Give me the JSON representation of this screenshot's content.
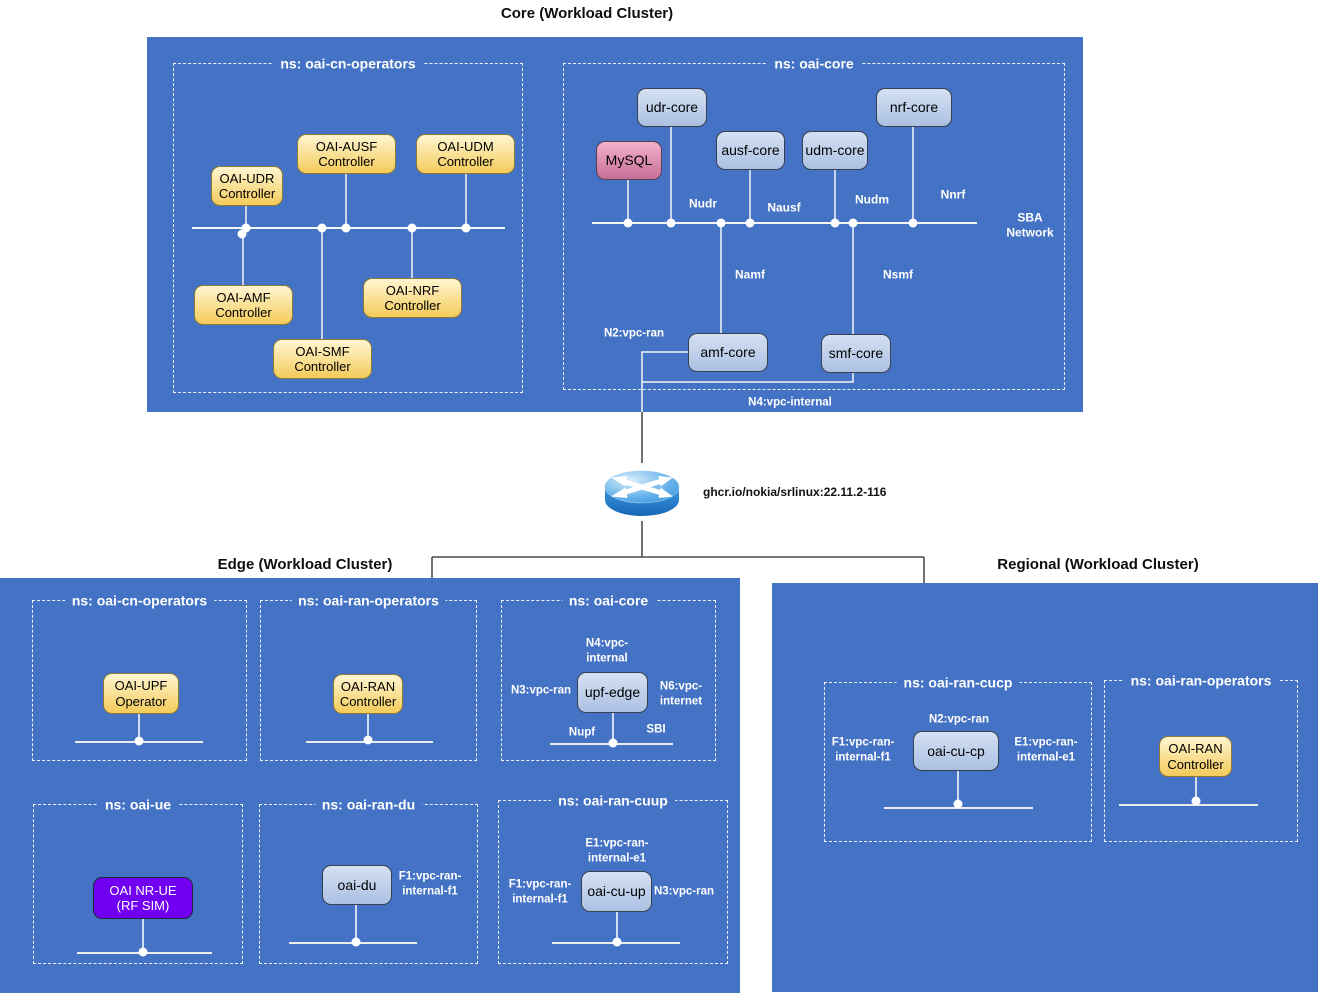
{
  "core": {
    "title": "Core (Workload Cluster)",
    "ns_cn_operators": {
      "label": "ns: oai-cn-operators",
      "nodes": {
        "udr": "OAI-UDR\nController",
        "ausf": "OAI-AUSF\nController",
        "udm": "OAI-UDM\nController",
        "amf": "OAI-AMF\nController",
        "nrf": "OAI-NRF\nController",
        "smf": "OAI-SMF\nController"
      }
    },
    "ns_oai_core": {
      "label": "ns: oai-core",
      "nodes": {
        "mysql": "MySQL",
        "udr_core": "udr-core",
        "ausf_core": "ausf-core",
        "udm_core": "udm-core",
        "nrf_core": "nrf-core",
        "amf_core": "amf-core",
        "smf_core": "smf-core"
      },
      "labels": {
        "nudr": "Nudr",
        "nausf": "Nausf",
        "nudm": "Nudm",
        "nnrf": "Nnrf",
        "sba": "SBA\nNetwork",
        "namf": "Namf",
        "nsmf": "Nsmf",
        "n2_vpc_ran": "N2:vpc-ran",
        "n4_vpc_internal": "N4:vpc-internal"
      }
    }
  },
  "router": {
    "label": "ghcr.io/nokia/srlinux:22.11.2-116"
  },
  "edge": {
    "title": "Edge (Workload Cluster)",
    "ns_cn_operators": {
      "label": "ns: oai-cn-operators",
      "node": "OAI-UPF\nOperator"
    },
    "ns_ran_operators": {
      "label": "ns: oai-ran-operators",
      "node": "OAI-RAN\nController"
    },
    "ns_oai_core": {
      "label": "ns: oai-core",
      "node": "upf-edge",
      "labels": {
        "n4": "N4:vpc-\ninternal",
        "n3": "N3:vpc-ran",
        "n6": "N6:vpc-\ninternet",
        "nupf": "Nupf",
        "sbi": "SBI"
      }
    },
    "ns_oai_ue": {
      "label": "ns: oai-ue",
      "node": "OAI NR-UE\n(RF SIM)"
    },
    "ns_ran_du": {
      "label": "ns: oai-ran-du",
      "node": "oai-du",
      "labels": {
        "f1": "F1:vpc-ran-\ninternal-f1"
      }
    },
    "ns_ran_cuup": {
      "label": "ns: oai-ran-cuup",
      "node": "oai-cu-up",
      "labels": {
        "e1": "E1:vpc-ran-\ninternal-e1",
        "f1": "F1:vpc-ran-\ninternal-f1",
        "n3": "N3:vpc-ran"
      }
    }
  },
  "regional": {
    "title": "Regional (Workload Cluster)",
    "ns_ran_cucp": {
      "label": "ns: oai-ran-cucp",
      "node": "oai-cu-cp",
      "labels": {
        "n2": "N2:vpc-ran",
        "f1": "F1:vpc-ran-\ninternal-f1",
        "e1": "E1:vpc-ran-\ninternal-e1"
      }
    },
    "ns_ran_operators": {
      "label": "ns: oai-ran-operators",
      "node": "OAI-RAN\nController"
    }
  },
  "colors": {
    "cluster_blue": "#4472C4",
    "node_yellow": "#F4CB5A",
    "node_bluegray": "#B9CBE8",
    "node_pink": "#D9739B",
    "node_purple": "#7100F2",
    "trunk_gray": "#4D4D4D"
  }
}
